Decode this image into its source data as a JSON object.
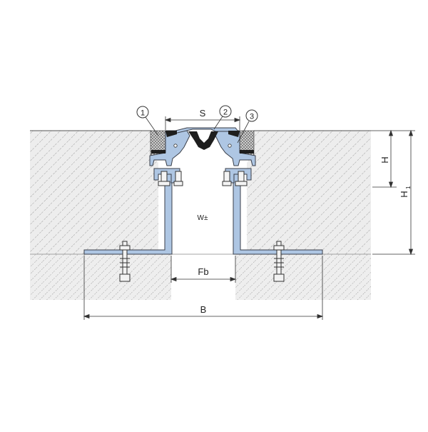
{
  "dimensions": {
    "s": "S",
    "w": "W±",
    "fb": "Fb",
    "b": "B",
    "h": "H",
    "h1_main": "H",
    "h1_sub": "1"
  },
  "callouts": [
    {
      "number": "1"
    },
    {
      "number": "2"
    },
    {
      "number": "3"
    }
  ],
  "colors": {
    "profile": "#aec6e3",
    "profile_stroke": "#3a3f49",
    "concrete": "#ededed",
    "hatch": "#a9a9a9",
    "seal": "#1e1e1e",
    "line": "#333333"
  }
}
